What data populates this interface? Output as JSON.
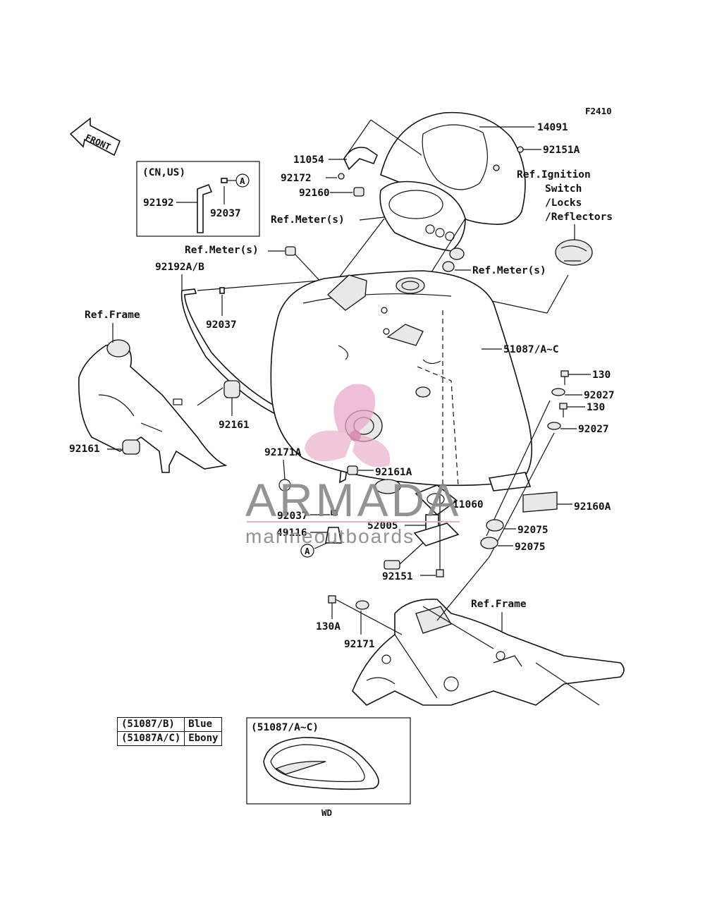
{
  "diagram_code": "F2410",
  "front_arrow_label": "FRONT",
  "inset": {
    "header": "(CN,US)",
    "parts": [
      "92192",
      "92037"
    ],
    "connector": "A"
  },
  "labels": {
    "p14091": "14091",
    "p11054": "11054",
    "p92151A": "92151A",
    "p92172": "92172",
    "p92160": "92160",
    "ref_ignition": [
      "Ref.Ignition",
      "Switch",
      "/Locks",
      "/Reflectors"
    ],
    "ref_meter_1": "Ref.Meter(s)",
    "ref_meter_2": "Ref.Meter(s)",
    "ref_meter_3": "Ref.Meter(s)",
    "p92192AB": "92192A/B",
    "p92037_top": "92037",
    "ref_frame_left": "Ref.Frame",
    "p51087": "51087/A~C",
    "p130_a": "130",
    "p92027_a": "92027",
    "p130_b": "130",
    "p92027_b": "92027",
    "p92161_right": "92161",
    "p92161_left": "92161",
    "p92171A": "92171A",
    "p92161A": "92161A",
    "p11060": "11060",
    "p92160A": "92160A",
    "p92037_mid": "92037",
    "p52005": "52005",
    "p49116": "49116",
    "p92075_a": "92075",
    "p92075_b": "92075",
    "connector_A": "A",
    "p92151": "92151",
    "ref_frame_right": "Ref.Frame",
    "p130A": "130A",
    "p92171": "92171"
  },
  "color_table": [
    {
      "code": "(51087/B)",
      "color": "Blue"
    },
    {
      "code": "(51087A/C)",
      "color": "Ebony"
    }
  ],
  "variant_box": {
    "header": "(51087/A~C)",
    "caption": "WD"
  },
  "watermark": {
    "brand": "ARMADA",
    "tagline": "marineoutboards",
    "color": "#e8a8c8"
  }
}
